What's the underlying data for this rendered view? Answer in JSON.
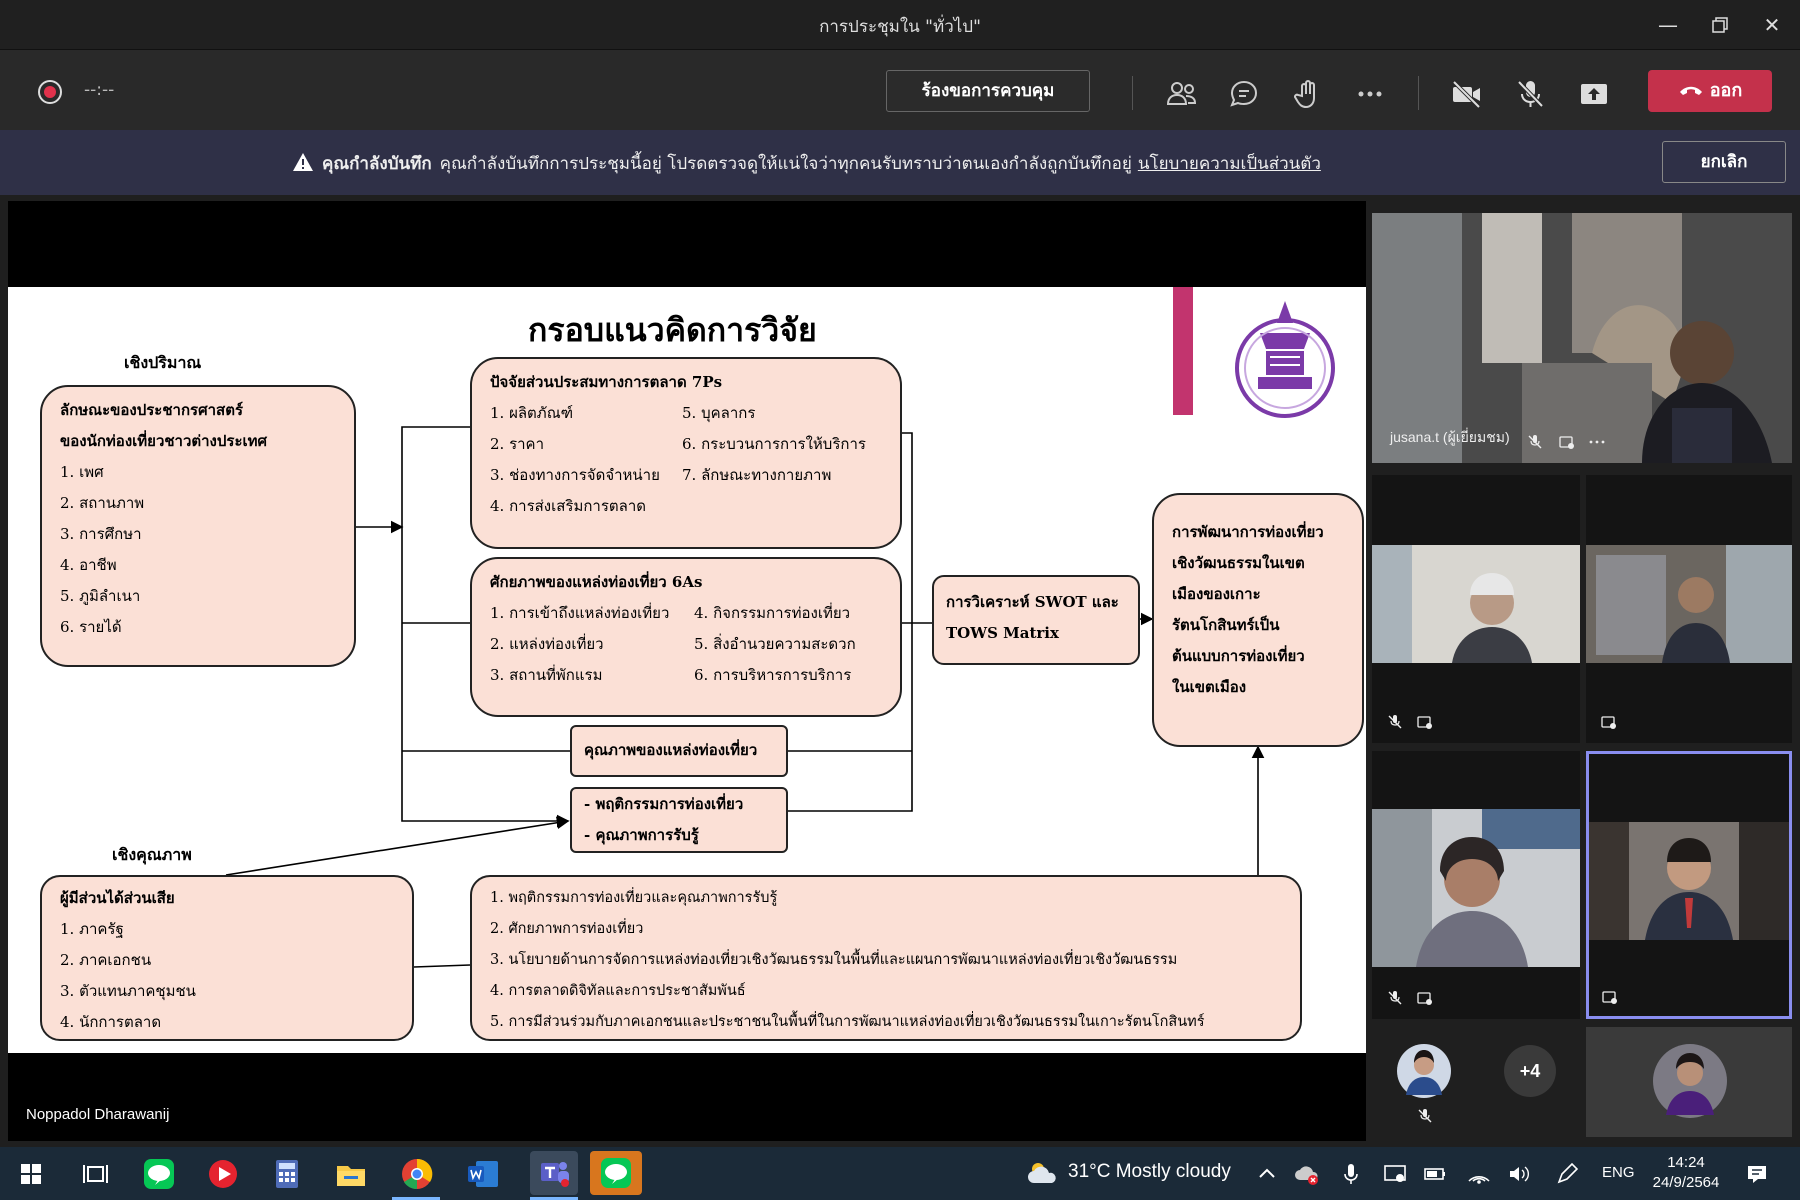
{
  "window": {
    "title": "การประชุมใน \"ทั่วไป\""
  },
  "toolbar": {
    "timer": "--:--",
    "request_control": "ร้องขอการควบคุม",
    "leave": "ออก"
  },
  "banner": {
    "bold": "คุณกำลังบันทึก",
    "message": "คุณกำลังบันทึกการประชุมนี้อยู่ โปรดตรวจดูให้แน่ใจว่าทุกคนรับทราบว่าตนเองกำลังถูกบันทึกอยู่",
    "link": "นโยบายความเป็นส่วนตัว",
    "cancel": "ยกเลิก"
  },
  "slide": {
    "title": "กรอบแนวคิดการวิจัย",
    "label_quant": "เชิงปริมาณ",
    "label_qual": "เชิงคุณภาพ",
    "demo": {
      "head1": "ลักษณะของประชากรศาสตร์",
      "head2": "ของนักท่องเที่ยวชาวต่างประเทศ",
      "items": [
        "1. เพศ",
        "2. สถานภาพ",
        "3. การศึกษา",
        "4. อาชีพ",
        "5. ภูมิลำเนา",
        "6. รายได้"
      ]
    },
    "mix": {
      "head": "ปัจจัยส่วนประสมทางการตลาด 7Ps",
      "left": [
        "1. ผลิตภัณฑ์",
        "2. ราคา",
        "3. ช่องทางการจัดจำหน่าย",
        "4. การส่งเสริมการตลาด"
      ],
      "right": [
        "5. บุคลากร",
        "6. กระบวนการการให้บริการ",
        "7. ลักษณะทางกายภาพ"
      ]
    },
    "potential": {
      "head": "ศักยภาพของแหล่งท่องเที่ยว 6As",
      "left": [
        "1. การเข้าถึงแหล่งท่องเที่ยว",
        "2. แหล่งท่องเที่ยว",
        "3. สถานที่พักแรม"
      ],
      "right": [
        "4. กิจกรรมการท่องเที่ยว",
        "5. สิ่งอำนวยความสะดวก",
        "6. การบริหารการบริการ"
      ]
    },
    "quality": "คุณภาพของแหล่งท่องเที่ยว",
    "behavior": [
      "- พฤติกรรมการท่องเที่ยว",
      "- คุณภาพการรับรู้"
    ],
    "swot": [
      "การวิเคราะห์ SWOT และ",
      "TOWS Matrix"
    ],
    "result": [
      "การพัฒนาการท่องเที่ยว",
      "เชิงวัฒนธรรมในเขต",
      "เมืองของเกาะ",
      "รัตนโกสินทร์เป็น",
      "ต้นแบบการท่องเที่ยว",
      "ในเขตเมือง"
    ],
    "stake": {
      "head": "ผู้มีส่วนได้ส่วนเสีย",
      "items": [
        "1. ภาครัฐ",
        "2. ภาคเอกชน",
        "3. ตัวแทนภาคชุมชน",
        "4. นักการตลาด"
      ]
    },
    "issues": [
      "1. พฤติกรรมการท่องเที่ยวและคุณภาพการรับรู้",
      "2. ศักยภาพการท่องเที่ยว",
      "3. นโยบายด้านการจัดการแหล่งท่องเที่ยวเชิงวัฒนธรรมในพื้นที่และแผนการพัฒนาแหล่งท่องเที่ยวเชิงวัฒนธรรม",
      "4. การตลาดดิจิทัลและการประชาสัมพันธ์",
      "5. การมีส่วนร่วมกับภาคเอกชนและประชาชนในพื้นที่ในการพัฒนาแหล่งท่องเที่ยวเชิงวัฒนธรรมในเกาะรัตนโกสินทร์"
    ]
  },
  "presenter": "Noppadol Dharawanij",
  "participants": {
    "main_name": "jusana.t (ผู้เยี่ยมชม)",
    "overflow": "+4"
  },
  "taskbar": {
    "weather": "31°C  Mostly cloudy",
    "lang": "ENG",
    "time": "14:24",
    "date": "24/9/2564"
  },
  "colors": {
    "leave": "#c4314b",
    "banner": "#2f3047",
    "slide_box": "#fbe0d6",
    "accent_bar": "#c2346e",
    "active_tile": "#8a8ef0"
  }
}
